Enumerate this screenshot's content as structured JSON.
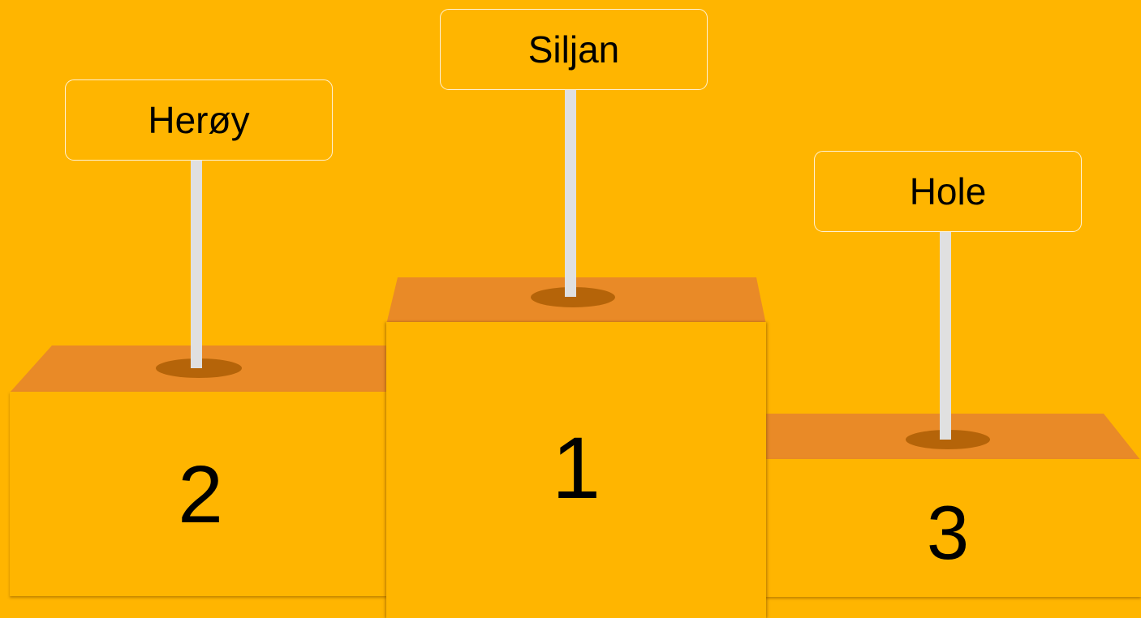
{
  "colors": {
    "background": "#FFB500",
    "podium_top": "#E98A27",
    "podium_front": "#FFB500",
    "hole": "#B56409",
    "pole": "#E0E0E0",
    "sign_border": "#FFF2D2"
  },
  "podium": {
    "first": {
      "rank": "1",
      "name": "Siljan"
    },
    "second": {
      "rank": "2",
      "name": "Herøy"
    },
    "third": {
      "rank": "3",
      "name": "Hole"
    }
  }
}
